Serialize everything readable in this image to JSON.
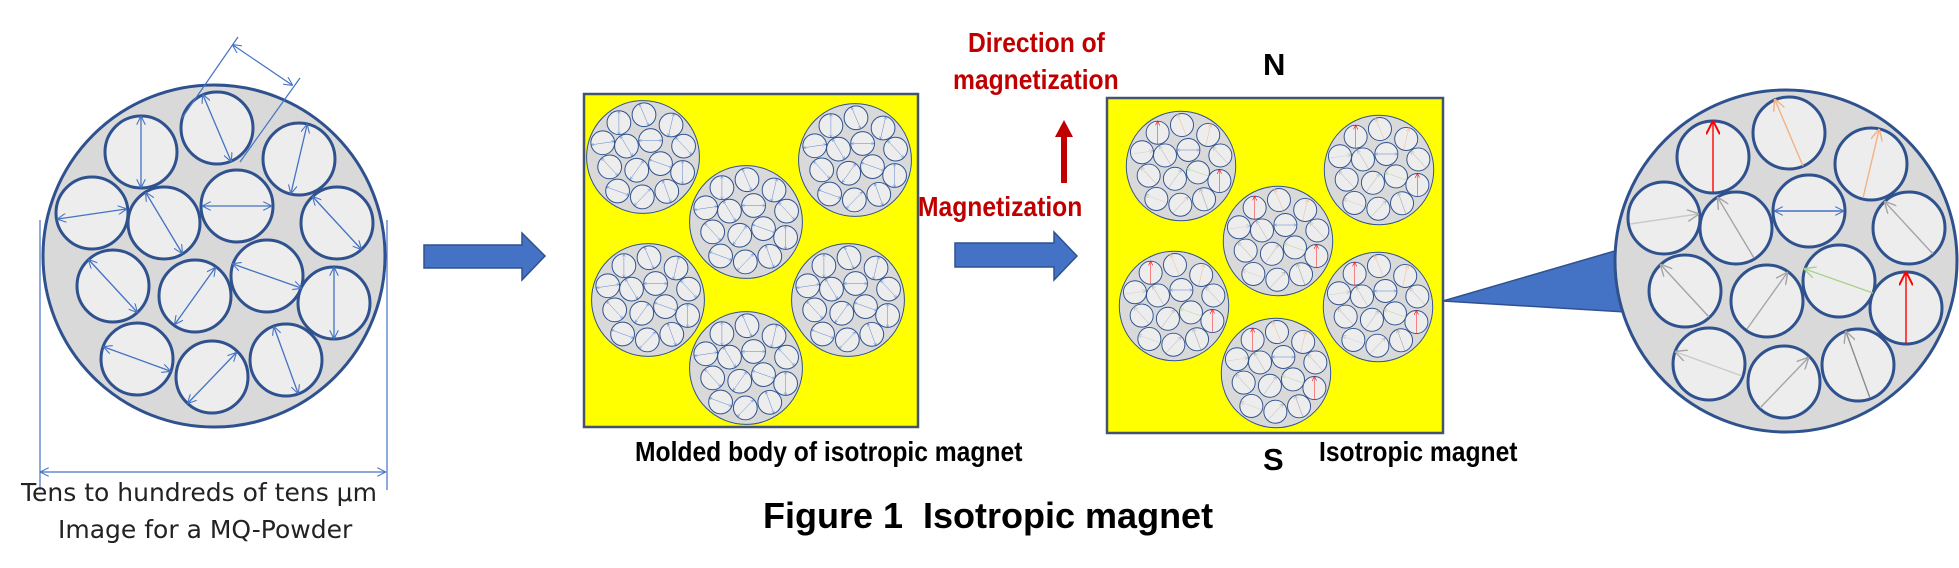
{
  "figure": {
    "title": "Figure 1  Isotropic magnet",
    "colors": {
      "particle_fill": "#D9D9D9",
      "grain_fill": "#EDEDED",
      "outline": "#2F528F",
      "arrow_blue": "#4472C4",
      "magnet_yellow": "#FFFF00",
      "label_red": "#C00000",
      "moment_red": "#FF0000",
      "moment_orange": "#F4B183",
      "moment_grey": "#A5A5A5",
      "moment_green": "#A9D18E"
    }
  },
  "mq_powder": {
    "size_label": "Tens to hundreds of tens μm",
    "caption": "Image for a MQ-Powder",
    "grain_count": 14
  },
  "molded_body": {
    "caption": "Molded body of isotropic magnet",
    "particle_count": 6
  },
  "process": {
    "step_label": "Magnetization",
    "direction_label_line1": "Direction of",
    "direction_label_line2": "magnetization"
  },
  "isotropic_magnet": {
    "caption": "Isotropic magnet",
    "pole_north": "N",
    "pole_south": "S",
    "particle_count": 6
  },
  "icons": {
    "process_arrow": "right-block-arrow",
    "direction_arrow": "up-arrow",
    "callout": "zoom-callout-wedge"
  }
}
